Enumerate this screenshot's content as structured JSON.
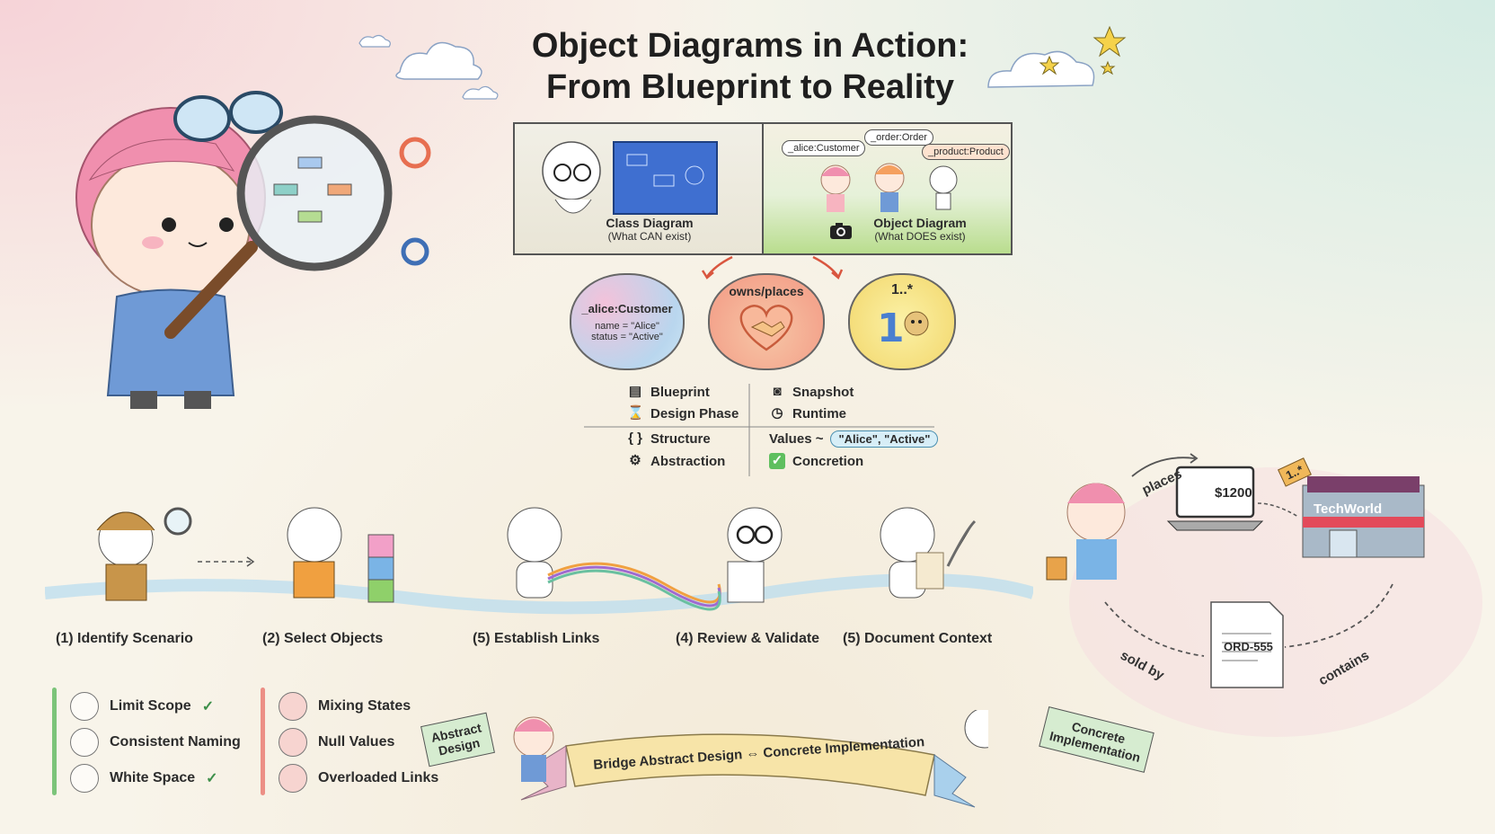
{
  "title": {
    "line1": "Object Diagrams in Action:",
    "line2": "From Blueprint to Reality"
  },
  "comparison": {
    "class_diagram": {
      "label": "Class Diagram",
      "sub": "(What CAN exist)"
    },
    "object_diagram": {
      "label": "Object Diagram",
      "sub": "(What DOES exist)"
    },
    "object_labels": [
      "_alice:Customer",
      "_order:Order",
      "_product:Product"
    ]
  },
  "concepts": {
    "object": {
      "name": "_alice:Customer",
      "attr1": "name = \"Alice\"",
      "attr2": "status = \"Active\""
    },
    "link": {
      "label": "owns/places"
    },
    "multiplicity": {
      "label": "1..*"
    }
  },
  "legend": {
    "left": [
      "Blueprint",
      "Design Phase",
      "Structure",
      "Abstraction"
    ],
    "right": [
      "Snapshot",
      "Runtime",
      "Values ~",
      "Concretion"
    ],
    "values_chip": "\"Alice\", \"Active\""
  },
  "steps": [
    "(1) Identify Scenario",
    "(2) Select Objects",
    "(5) Establish Links",
    "(4) Review & Validate",
    "(5) Document Context"
  ],
  "best_practices": [
    "Limit Scope",
    "Consistent Naming",
    "White Space"
  ],
  "pitfalls": [
    "Mixing States",
    "Null Values",
    "Overloaded Links"
  ],
  "banner": {
    "text": "Bridge Abstract Design ⇔ Concrete Implementation",
    "flag_left": [
      "Abstract",
      "Design"
    ],
    "flag_right": [
      "Concrete",
      "Implementation"
    ]
  },
  "scenario": {
    "price": "$1200",
    "multiplicity": "1..*",
    "store": "TechWorld",
    "order_id": "ORD-555",
    "places": "places",
    "sold_by": "sold by",
    "contains": "contains"
  },
  "colors": {
    "green_bar": "#7cc47a",
    "red_bar": "#ec8f85",
    "accent_blue": "#4a7fd0"
  }
}
